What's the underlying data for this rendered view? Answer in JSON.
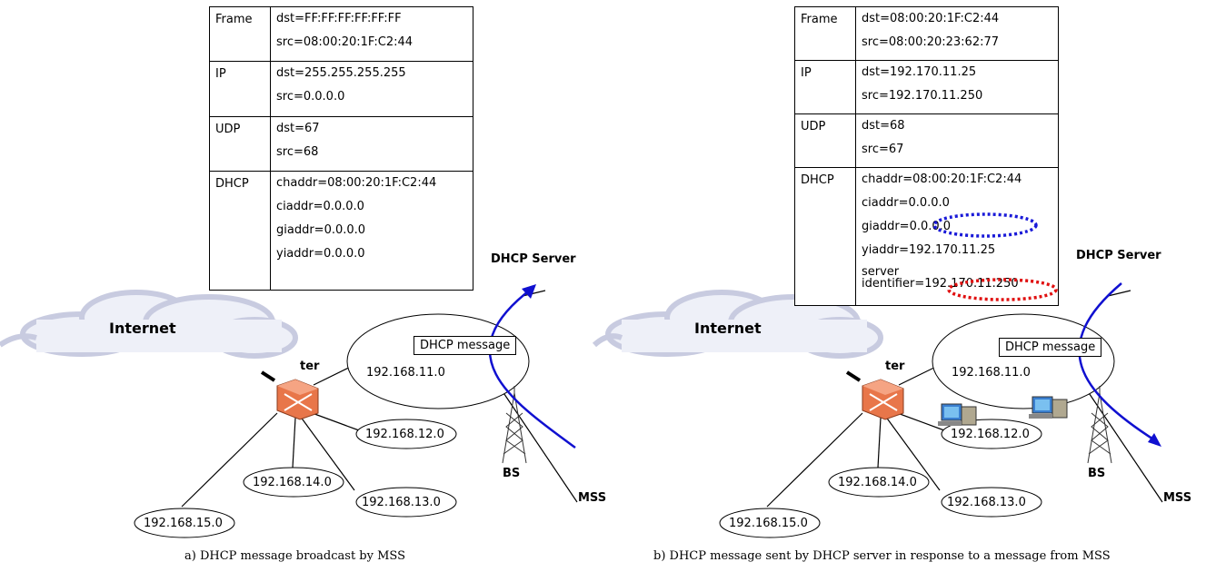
{
  "panel_a": {
    "packet": [
      {
        "layer": "Frame",
        "fields": [
          "dst=FF:FF:FF:FF:FF:FF",
          "src=08:00:20:1F:C2:44"
        ]
      },
      {
        "layer": "IP",
        "fields": [
          "dst=255.255.255.255",
          "src=0.0.0.0"
        ]
      },
      {
        "layer": "UDP",
        "fields": [
          "dst=67",
          "src=68"
        ]
      },
      {
        "layer": "DHCP",
        "fields": [
          "chaddr=08:00:20:1F:C2:44",
          "ciaddr=0.0.0.0",
          "giaddr=0.0.0.0",
          "yiaddr=0.0.0.0"
        ]
      }
    ],
    "internet": "Internet",
    "router": "ter",
    "message": "DHCP message",
    "server": "DHCP Server",
    "bs": "BS",
    "mss": "MSS",
    "networks": [
      "192.168.11.0",
      "192.168.12.0",
      "192.168.13.0",
      "192.168.14.0",
      "192.168.15.0"
    ],
    "caption": "a) DHCP message broadcast by MSS"
  },
  "panel_b": {
    "packet": [
      {
        "layer": "Frame",
        "fields": [
          "dst=08:00:20:1F:C2:44",
          "src=08:00:20:23:62:77"
        ]
      },
      {
        "layer": "IP",
        "fields": [
          "dst=192.170.11.25",
          "src=192.170.11.250"
        ]
      },
      {
        "layer": "UDP",
        "fields": [
          "dst=68",
          "src=67"
        ]
      },
      {
        "layer": "DHCP",
        "fields": [
          "chaddr=08:00:20:1F:C2:44",
          "ciaddr=0.0.0.0",
          "giaddr=0.0.0.0",
          "yiaddr=192.170.11.25"
        ],
        "server_line1": "server",
        "server_line2": "identifier=192.170.11.250"
      }
    ],
    "internet": "Internet",
    "router": "ter",
    "message": "DHCP message",
    "server": "DHCP Server",
    "bs": "BS",
    "mss": "MSS",
    "networks": [
      "192.168.11.0",
      "192.168.12.0",
      "192.168.13.0",
      "192.168.14.0",
      "192.168.15.0"
    ],
    "caption": "b) DHCP message sent by DHCP server in response to a message from MSS"
  },
  "colors": {
    "arrow": "#1010d0",
    "highlight_blue": "#1a1ad8",
    "highlight_red": "#e01010",
    "cloud": "#c8cbe0",
    "router": "#e8764a"
  }
}
